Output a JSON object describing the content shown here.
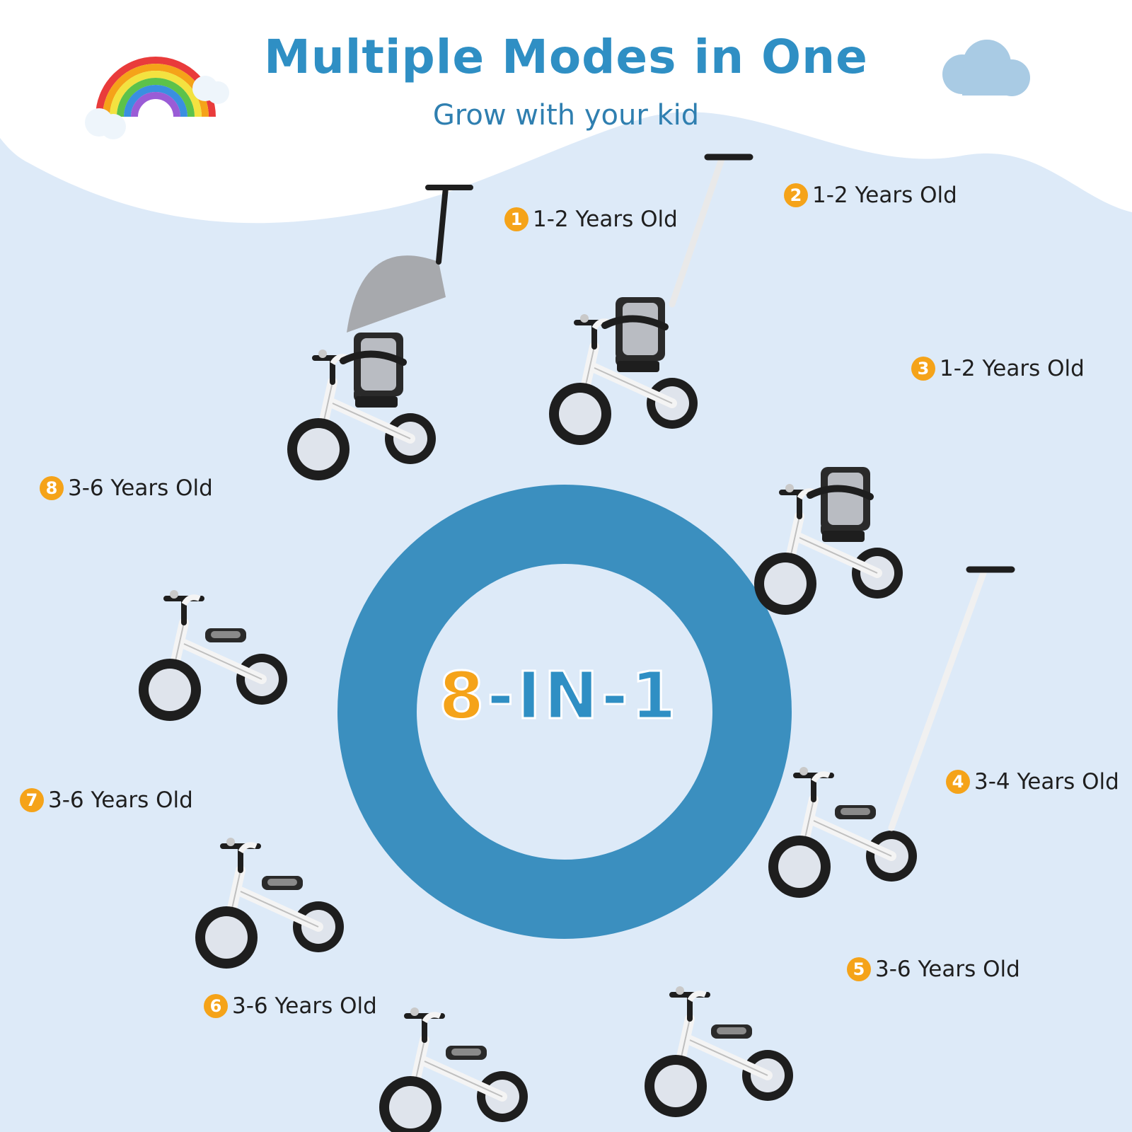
{
  "header": {
    "title": "Multiple Modes in One",
    "subtitle": "Grow with your kid"
  },
  "center": {
    "number": "8",
    "text": "-IN-1"
  },
  "modes": [
    {
      "number": "1",
      "age": "1-2 Years Old"
    },
    {
      "number": "2",
      "age": "1-2 Years Old"
    },
    {
      "number": "3",
      "age": "1-2 Years Old"
    },
    {
      "number": "4",
      "age": "3-4 Years Old"
    },
    {
      "number": "5",
      "age": "3-6 Years Old"
    },
    {
      "number": "6",
      "age": "3-6 Years Old"
    },
    {
      "number": "7",
      "age": "3-6 Years Old"
    },
    {
      "number": "8",
      "age": "3-6 Years Old"
    }
  ],
  "colors": {
    "background": "#ddeaf8",
    "ring": "#3b8fbf",
    "title": "#2f8fc4",
    "badge": "#f5a319"
  }
}
